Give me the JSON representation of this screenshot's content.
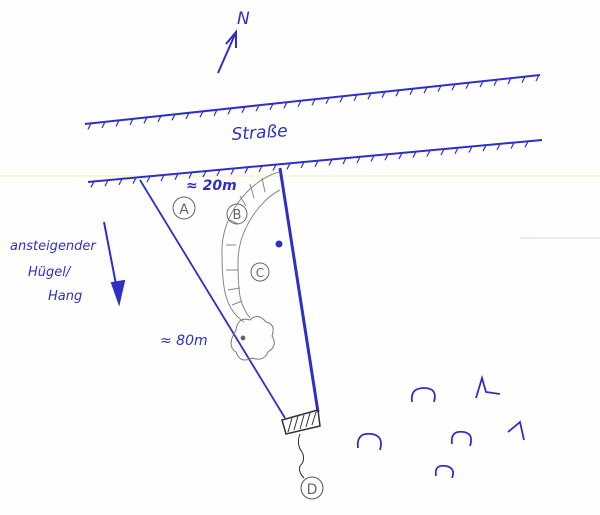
{
  "compass": {
    "label": "N"
  },
  "road": {
    "label": "Straße"
  },
  "measurements": {
    "width": "≈ 20m",
    "length": "≈ 80m"
  },
  "slope_note": {
    "lines": [
      "ansteigender",
      "Hügel/",
      "Hang"
    ]
  },
  "areas": {
    "a": "A",
    "b": "B",
    "c": "C",
    "d": "D"
  },
  "colors": {
    "ink": "#2f2fc8",
    "pencil": "#777777"
  }
}
